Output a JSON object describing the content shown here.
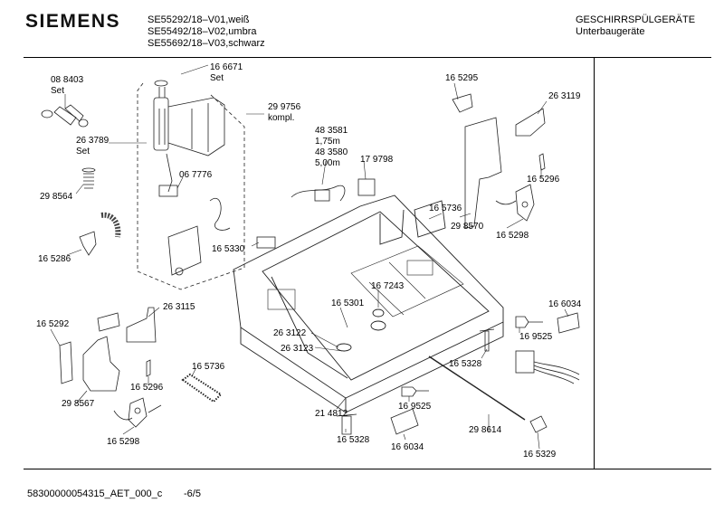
{
  "header": {
    "brand": "SIEMENS",
    "models": [
      "SE55292/18–V01,weiß",
      "SE55492/18–V02,umbra",
      "SE55692/18–V03,schwarz"
    ],
    "category": "GESCHIRRSPÜLGERÄTE",
    "subcategory": "Unterbaugeräte"
  },
  "parts": [
    {
      "id": "p-088403",
      "text": "08 8403"
    },
    {
      "id": "p-set1",
      "text": "Set"
    },
    {
      "id": "p-166671",
      "text": "16 6671"
    },
    {
      "id": "p-set2",
      "text": "Set"
    },
    {
      "id": "p-299756",
      "text": "29 9756"
    },
    {
      "id": "p-kompl",
      "text": "kompl."
    },
    {
      "id": "p-263789",
      "text": "26 3789"
    },
    {
      "id": "p-set3",
      "text": "Set"
    },
    {
      "id": "p-067776",
      "text": "06 7776"
    },
    {
      "id": "p-298564",
      "text": "29 8564"
    },
    {
      "id": "p-165286",
      "text": "16 5286"
    },
    {
      "id": "p-483581",
      "text": "48 3581"
    },
    {
      "id": "p-175m",
      "text": "1,75m"
    },
    {
      "id": "p-483580",
      "text": "48 3580"
    },
    {
      "id": "p-500m",
      "text": "5,00m"
    },
    {
      "id": "p-179798",
      "text": "17 9798"
    },
    {
      "id": "p-165295",
      "text": "16 5295"
    },
    {
      "id": "p-263119",
      "text": "26 3119"
    },
    {
      "id": "p-165296a",
      "text": "16 5296"
    },
    {
      "id": "p-165736a",
      "text": "16 5736"
    },
    {
      "id": "p-298570",
      "text": "29 8570"
    },
    {
      "id": "p-165298a",
      "text": "16 5298"
    },
    {
      "id": "p-165330",
      "text": "16 5330"
    },
    {
      "id": "p-167243",
      "text": "16 7243"
    },
    {
      "id": "p-165301",
      "text": "16 5301"
    },
    {
      "id": "p-166034a",
      "text": "16 6034"
    },
    {
      "id": "p-169525a",
      "text": "16 9525"
    },
    {
      "id": "p-165292",
      "text": "16 5292"
    },
    {
      "id": "p-263115",
      "text": "26 3115"
    },
    {
      "id": "p-263122",
      "text": "26 3122"
    },
    {
      "id": "p-263123",
      "text": "26 3123"
    },
    {
      "id": "p-165328a",
      "text": "16 5328"
    },
    {
      "id": "p-165736b",
      "text": "16 5736"
    },
    {
      "id": "p-165296b",
      "text": "16 5296"
    },
    {
      "id": "p-298567",
      "text": "29 8567"
    },
    {
      "id": "p-165298b",
      "text": "16 5298"
    },
    {
      "id": "p-214812",
      "text": "21 4812"
    },
    {
      "id": "p-169525b",
      "text": "16 9525"
    },
    {
      "id": "p-298614",
      "text": "29 8614"
    },
    {
      "id": "p-165328b",
      "text": "16 5328"
    },
    {
      "id": "p-166034b",
      "text": "16 6034"
    },
    {
      "id": "p-165329",
      "text": "16 5329"
    }
  ],
  "footer": {
    "doc_code": "58300000054315_AET_000_c",
    "page": "-6/5"
  }
}
